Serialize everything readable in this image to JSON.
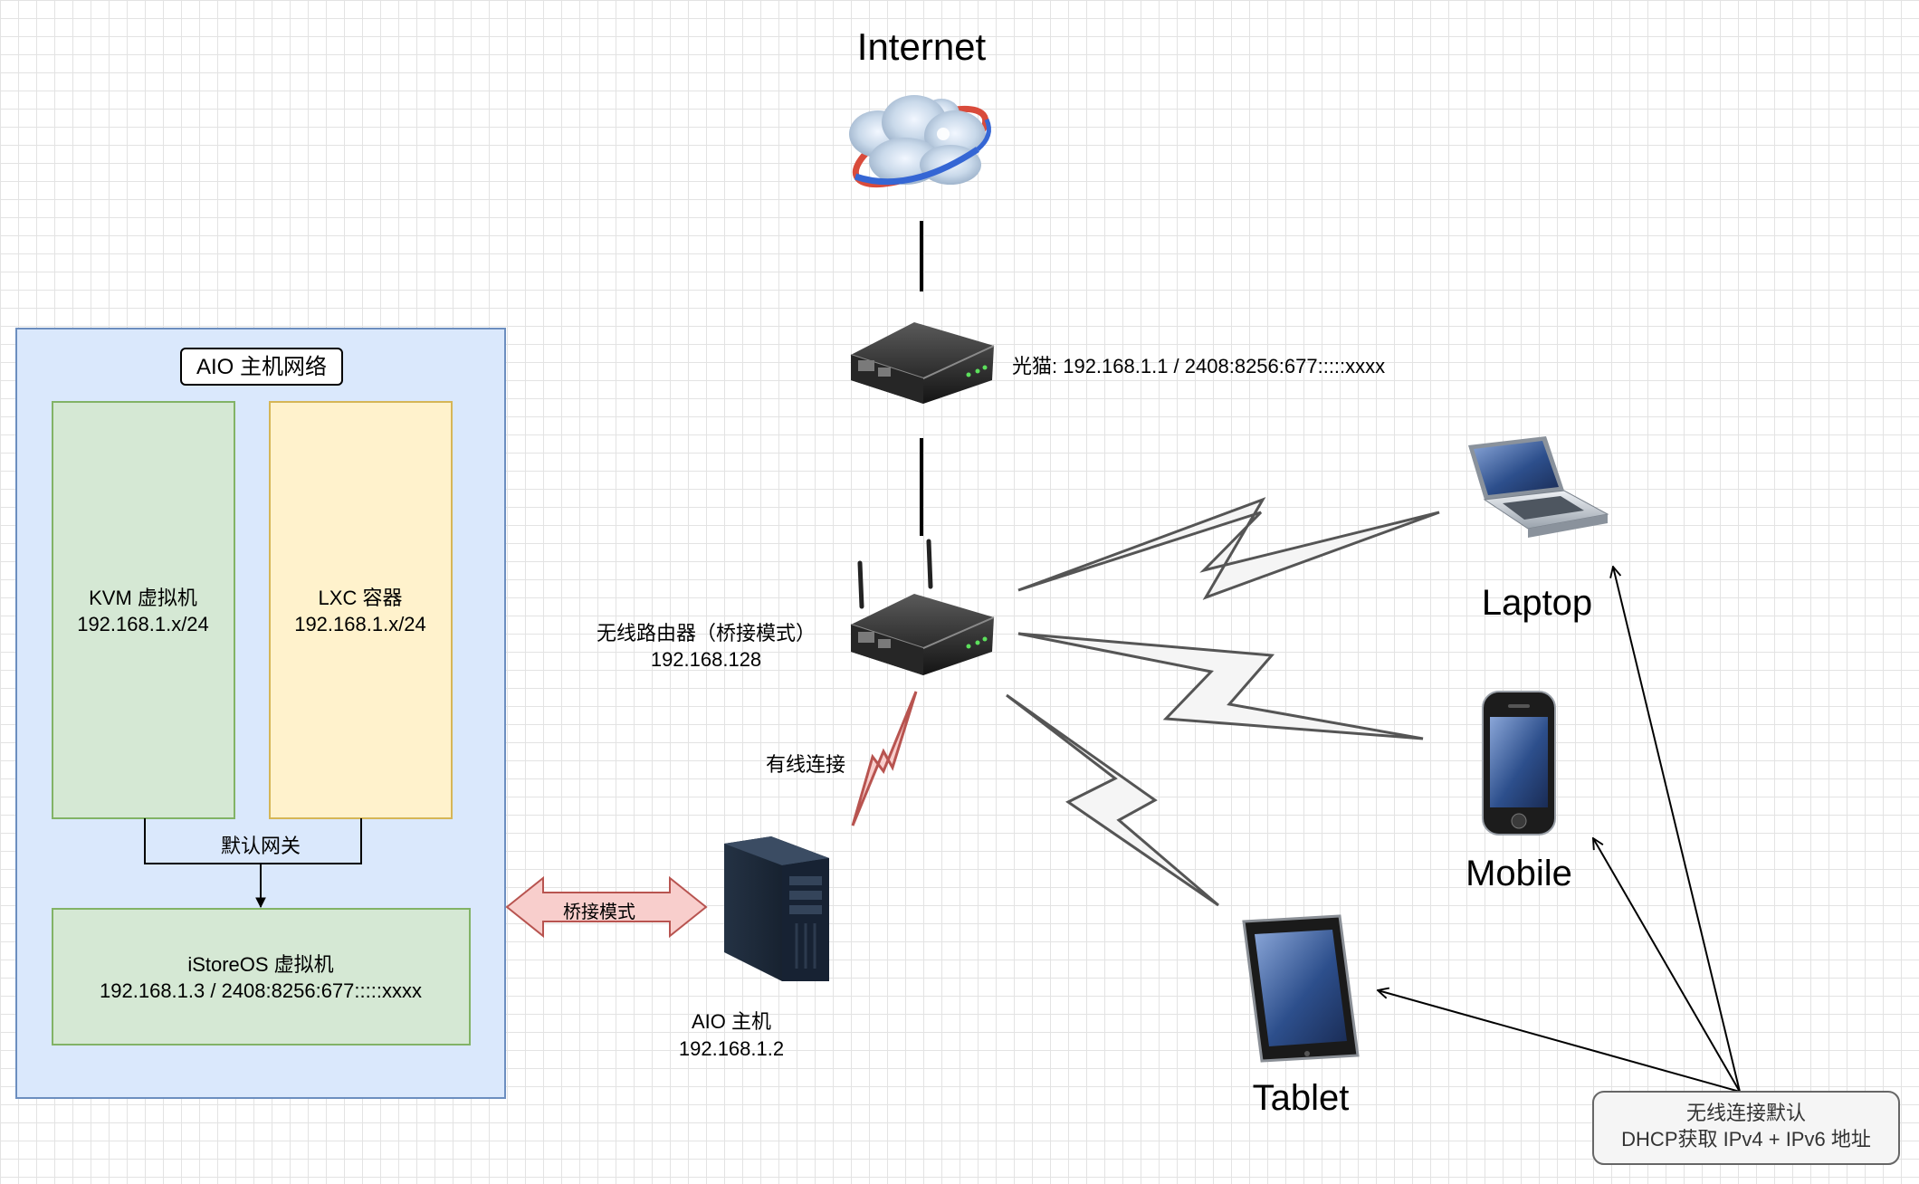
{
  "internet": {
    "label": "Internet"
  },
  "modem": {
    "label": "光猫:  192.168.1.1 / 2408:8256:677:::::xxxx"
  },
  "router": {
    "line1": "无线路由器（桥接模式）",
    "line2": "192.168.128"
  },
  "wired": {
    "label": "有线连接"
  },
  "aio_host": {
    "line1": "AIO 主机",
    "line2": "192.168.1.2"
  },
  "aio_network": {
    "title": "AIO 主机网络",
    "kvm": {
      "line1": "KVM 虚拟机",
      "line2": "192.168.1.x/24"
    },
    "lxc": {
      "line1": "LXC 容器",
      "line2": "192.168.1.x/24"
    },
    "gateway": "默认网关",
    "istoreos": {
      "line1": "iStoreOS 虚拟机",
      "line2": "192.168.1.3 / 2408:8256:677:::::xxxx"
    }
  },
  "bridge": {
    "label": "桥接模式"
  },
  "devices": {
    "laptop": "Laptop",
    "mobile": "Mobile",
    "tablet": "Tablet"
  },
  "dhcp_note": {
    "line1": "无线连接默认",
    "line2": "DHCP获取 IPv4 + IPv6 地址"
  },
  "colors": {
    "outer_fill": "#dae8fc",
    "outer_stroke": "#6c8ebf",
    "kvm_fill": "#d5e8d4",
    "kvm_stroke": "#82b366",
    "lxc_fill": "#fff2cc",
    "lxc_stroke": "#d6b656",
    "wired_fill": "#f8cecc",
    "wired_stroke": "#b85450"
  }
}
